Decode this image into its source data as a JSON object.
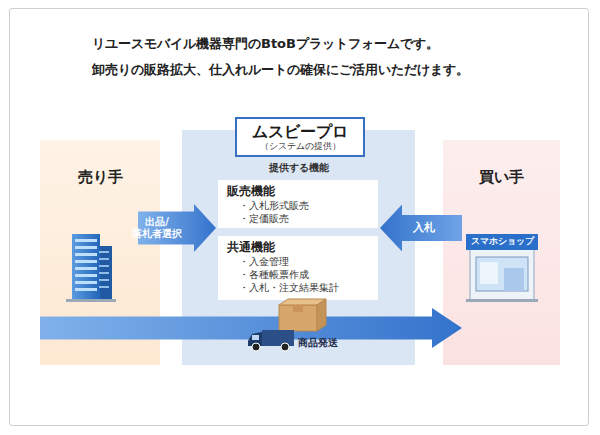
{
  "diagram": {
    "nodes": [
      {
        "text": [
          "売り手"
        ]
      },
      {
        "text": [
          "提供する機能"
        ]
      },
      {
        "text": [
          "ムスビープロ",
          "（システムの提供）"
        ],
        "in": 1
      },
      {
        "text": [
          "販売機能",
          "・入札形式販売",
          "・定価販売"
        ],
        "in": 1
      },
      {
        "text": [
          "共通機能",
          "・入金管理",
          "・各種帳票作成",
          "・入札・注文結果集計"
        ],
        "in": 1
      },
      {
        "text": [
          "買い手"
        ]
      }
    ],
    "edges": [
      {
        "from": 0,
        "to": 1,
        "label": "出品/ 落札者選択",
        "arrow": "to"
      },
      {
        "from": 5,
        "to": 1,
        "label": "入札",
        "arrow": "to"
      },
      {
        "from": 0,
        "to": 5,
        "label": "商品発送",
        "arrow": "to"
      }
    ],
    "labels": [
      "リユースモバイル機器専門のBtoBプラットフォームです。",
      "卸売りの販路拡大、仕入れルートの確保にご活用いただけます。",
      "スマホショップ"
    ]
  }
}
